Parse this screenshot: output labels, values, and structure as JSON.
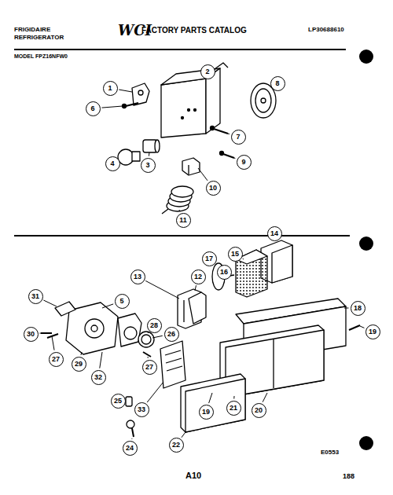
{
  "diagram": {
    "nodes": [
      {
        "text": [
          "1"
        ]
      },
      {
        "text": [
          "2"
        ]
      },
      {
        "text": [
          "8"
        ]
      },
      {
        "text": [
          "6"
        ]
      },
      {
        "text": [
          "7"
        ]
      },
      {
        "text": [
          "4"
        ]
      },
      {
        "text": [
          "3"
        ]
      },
      {
        "text": [
          "9"
        ]
      },
      {
        "text": [
          "10"
        ]
      },
      {
        "text": [
          "11"
        ]
      },
      {
        "text": [
          "17"
        ]
      },
      {
        "text": [
          "15"
        ]
      },
      {
        "text": [
          "14"
        ]
      },
      {
        "text": [
          "16"
        ]
      },
      {
        "text": [
          "13"
        ]
      },
      {
        "text": [
          "12"
        ]
      },
      {
        "text": [
          "31"
        ]
      },
      {
        "text": [
          "5"
        ]
      },
      {
        "text": [
          "18"
        ]
      },
      {
        "text": [
          "28"
        ]
      },
      {
        "text": [
          "26"
        ]
      },
      {
        "text": [
          "30"
        ]
      },
      {
        "text": [
          "19"
        ]
      },
      {
        "text": [
          "27"
        ]
      },
      {
        "text": [
          "29"
        ]
      },
      {
        "text": [
          "32"
        ]
      },
      {
        "text": [
          "27"
        ]
      },
      {
        "text": [
          "20"
        ]
      },
      {
        "text": [
          "25"
        ]
      },
      {
        "text": [
          "33"
        ]
      },
      {
        "text": [
          "21"
        ]
      },
      {
        "text": [
          "19"
        ]
      },
      {
        "text": [
          "24"
        ]
      },
      {
        "text": [
          "22"
        ]
      }
    ],
    "labels": [
      "FRIGIDAIRE",
      "REFRIGERATOR",
      "WCI",
      "FACTORY PARTS CATALOG",
      "LP30688610",
      "MODEL FPZ16NFW0",
      "E0553",
      "A10",
      "188"
    ]
  }
}
